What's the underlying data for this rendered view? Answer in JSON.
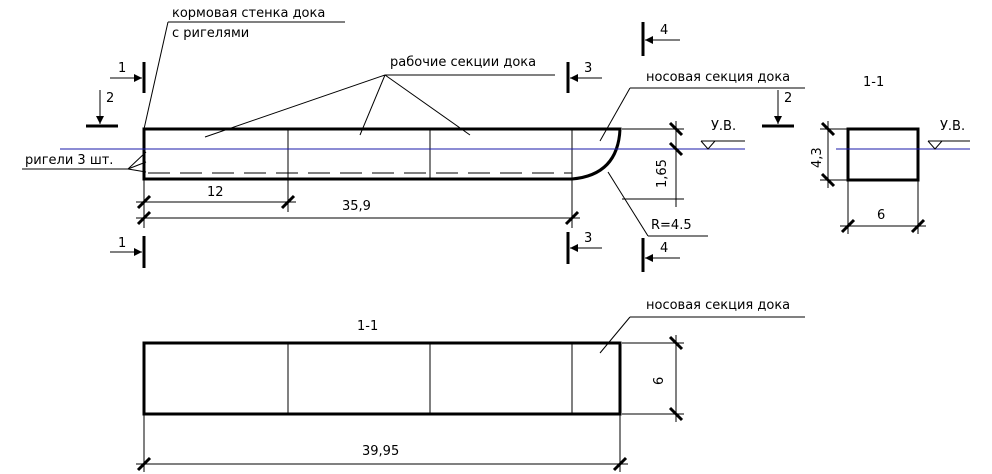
{
  "labels": {
    "stern_wall_1": "кормовая стенка дока",
    "stern_wall_2": "с ригелями",
    "working_sections": "рабочие секции дока",
    "bow_section_top": "носовая секция дока",
    "bow_section_plan": "носовая секция дока",
    "crossbars": "ригели 3 шт.",
    "water_level_1": "У.В.",
    "water_level_2": "У.В.",
    "radius": "R=4.5"
  },
  "dimensions": {
    "section_length": "12",
    "working_length": "35,9",
    "draft_height": "1,65",
    "section_height": "4,3",
    "section_width": "6",
    "plan_width": "6",
    "total_length": "39,95"
  },
  "section_marks": {
    "m1_top": "1",
    "m1_bottom": "1",
    "m2_left": "2",
    "m2_right": "2",
    "m3_top": "3",
    "m3_bottom": "3",
    "m4_top": "4",
    "m4_bottom": "4"
  },
  "titles": {
    "section_title": "1-1",
    "plan_title": "1-1"
  }
}
